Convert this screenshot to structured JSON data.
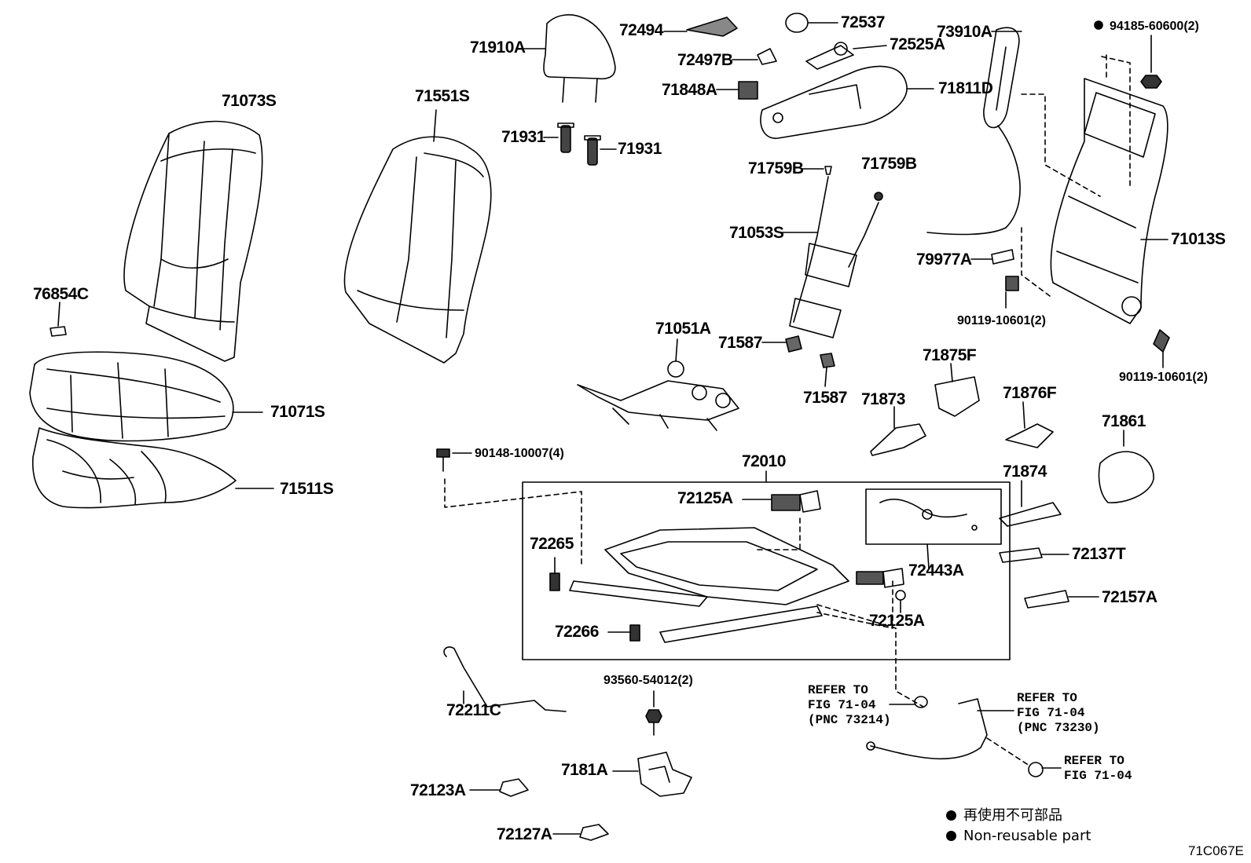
{
  "labels": {
    "p71073S": "71073S",
    "p76854C": "76854C",
    "p71071S": "71071S",
    "p71511S": "71511S",
    "p71551S": "71551S",
    "p71910A": "71910A",
    "p71931a": "71931",
    "p71931b": "71931",
    "p72494": "72494",
    "p72537": "72537",
    "p72497B": "72497B",
    "p72525A": "72525A",
    "p71848A": "71848A",
    "p71811D": "71811D",
    "p73910A": "73910A",
    "p94185": "94185-60600(2)",
    "p71013S": "71013S",
    "p71759Ba": "71759B",
    "p71759Bb": "71759B",
    "p71053S": "71053S",
    "p79977A": "79977A",
    "p90119a": "90119-10601(2)",
    "p90119b": "90119-10601(2)",
    "p71051A": "71051A",
    "p71587a": "71587",
    "p71587b": "71587",
    "p71875F": "71875F",
    "p71873": "71873",
    "p71876F": "71876F",
    "p71861": "71861",
    "p90148": "90148-10007(4)",
    "p72010": "72010",
    "p72125Aa": "72125A",
    "p72265": "72265",
    "p72443A": "72443A",
    "p72125Ab": "72125A",
    "p72266": "72266",
    "p71874": "71874",
    "p72137T": "72137T",
    "p72157A": "72157A",
    "p72211C": "72211C",
    "p93560": "93560-54012(2)",
    "p7181A": "7181A",
    "p72123A": "72123A",
    "p72127A": "72127A"
  },
  "refs": {
    "r1": [
      "REFER TO",
      "FIG 71-04",
      "(PNC 73214)"
    ],
    "r2": [
      "REFER TO",
      "FIG 71-04",
      "(PNC 73230)"
    ],
    "r3": [
      "REFER TO",
      "FIG 71-04"
    ]
  },
  "legend": {
    "ja": "再使用不可部品",
    "en": "Non-reusable part"
  },
  "figure_code": "71C067E"
}
